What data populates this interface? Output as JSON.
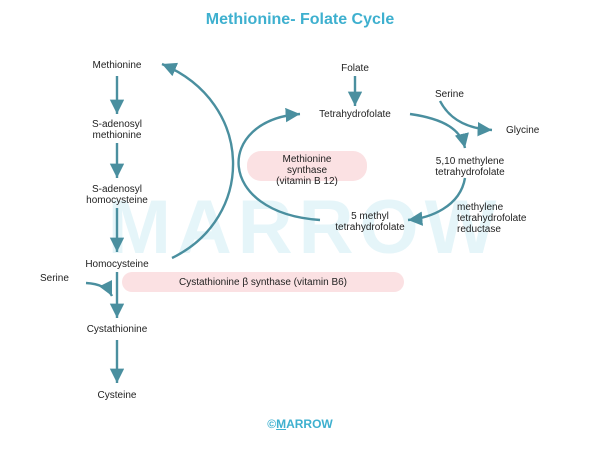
{
  "title": "Methionine- Folate Cycle",
  "watermark": "MARROW",
  "footer": {
    "symbol": "©",
    "m": "M",
    "rest": "ARROW"
  },
  "colors": {
    "arrow": "#4a8f9f",
    "title": "#3eb0cf",
    "pill": "#fbe1e3",
    "watermark": "#dff3f8"
  },
  "left_chain": {
    "methionine": "Methionine",
    "sam": "S-adenosyl\nmethionine",
    "sah": "S-adenosyl\nhomocysteine",
    "homocysteine": "Homocysteine",
    "serine": "Serine",
    "cystathionine": "Cystathionine",
    "cysteine": "Cysteine"
  },
  "folate_cycle": {
    "folate": "Folate",
    "thf": "Tetrahydrofolate",
    "serine": "Serine",
    "glycine": "Glycine",
    "methylene_thf": "5,10 methylene\ntetrahydrofolate",
    "mthfr": "methylene\ntetrahydrofolate\nreductase",
    "methyl_thf": "5 methyl\ntetrahydrofolate"
  },
  "enzymes": {
    "methionine_synthase": "Methionine\nsynthase\n(vitamin B 12)",
    "cbs": "Cystathionine β synthase (vitamin B6)"
  }
}
